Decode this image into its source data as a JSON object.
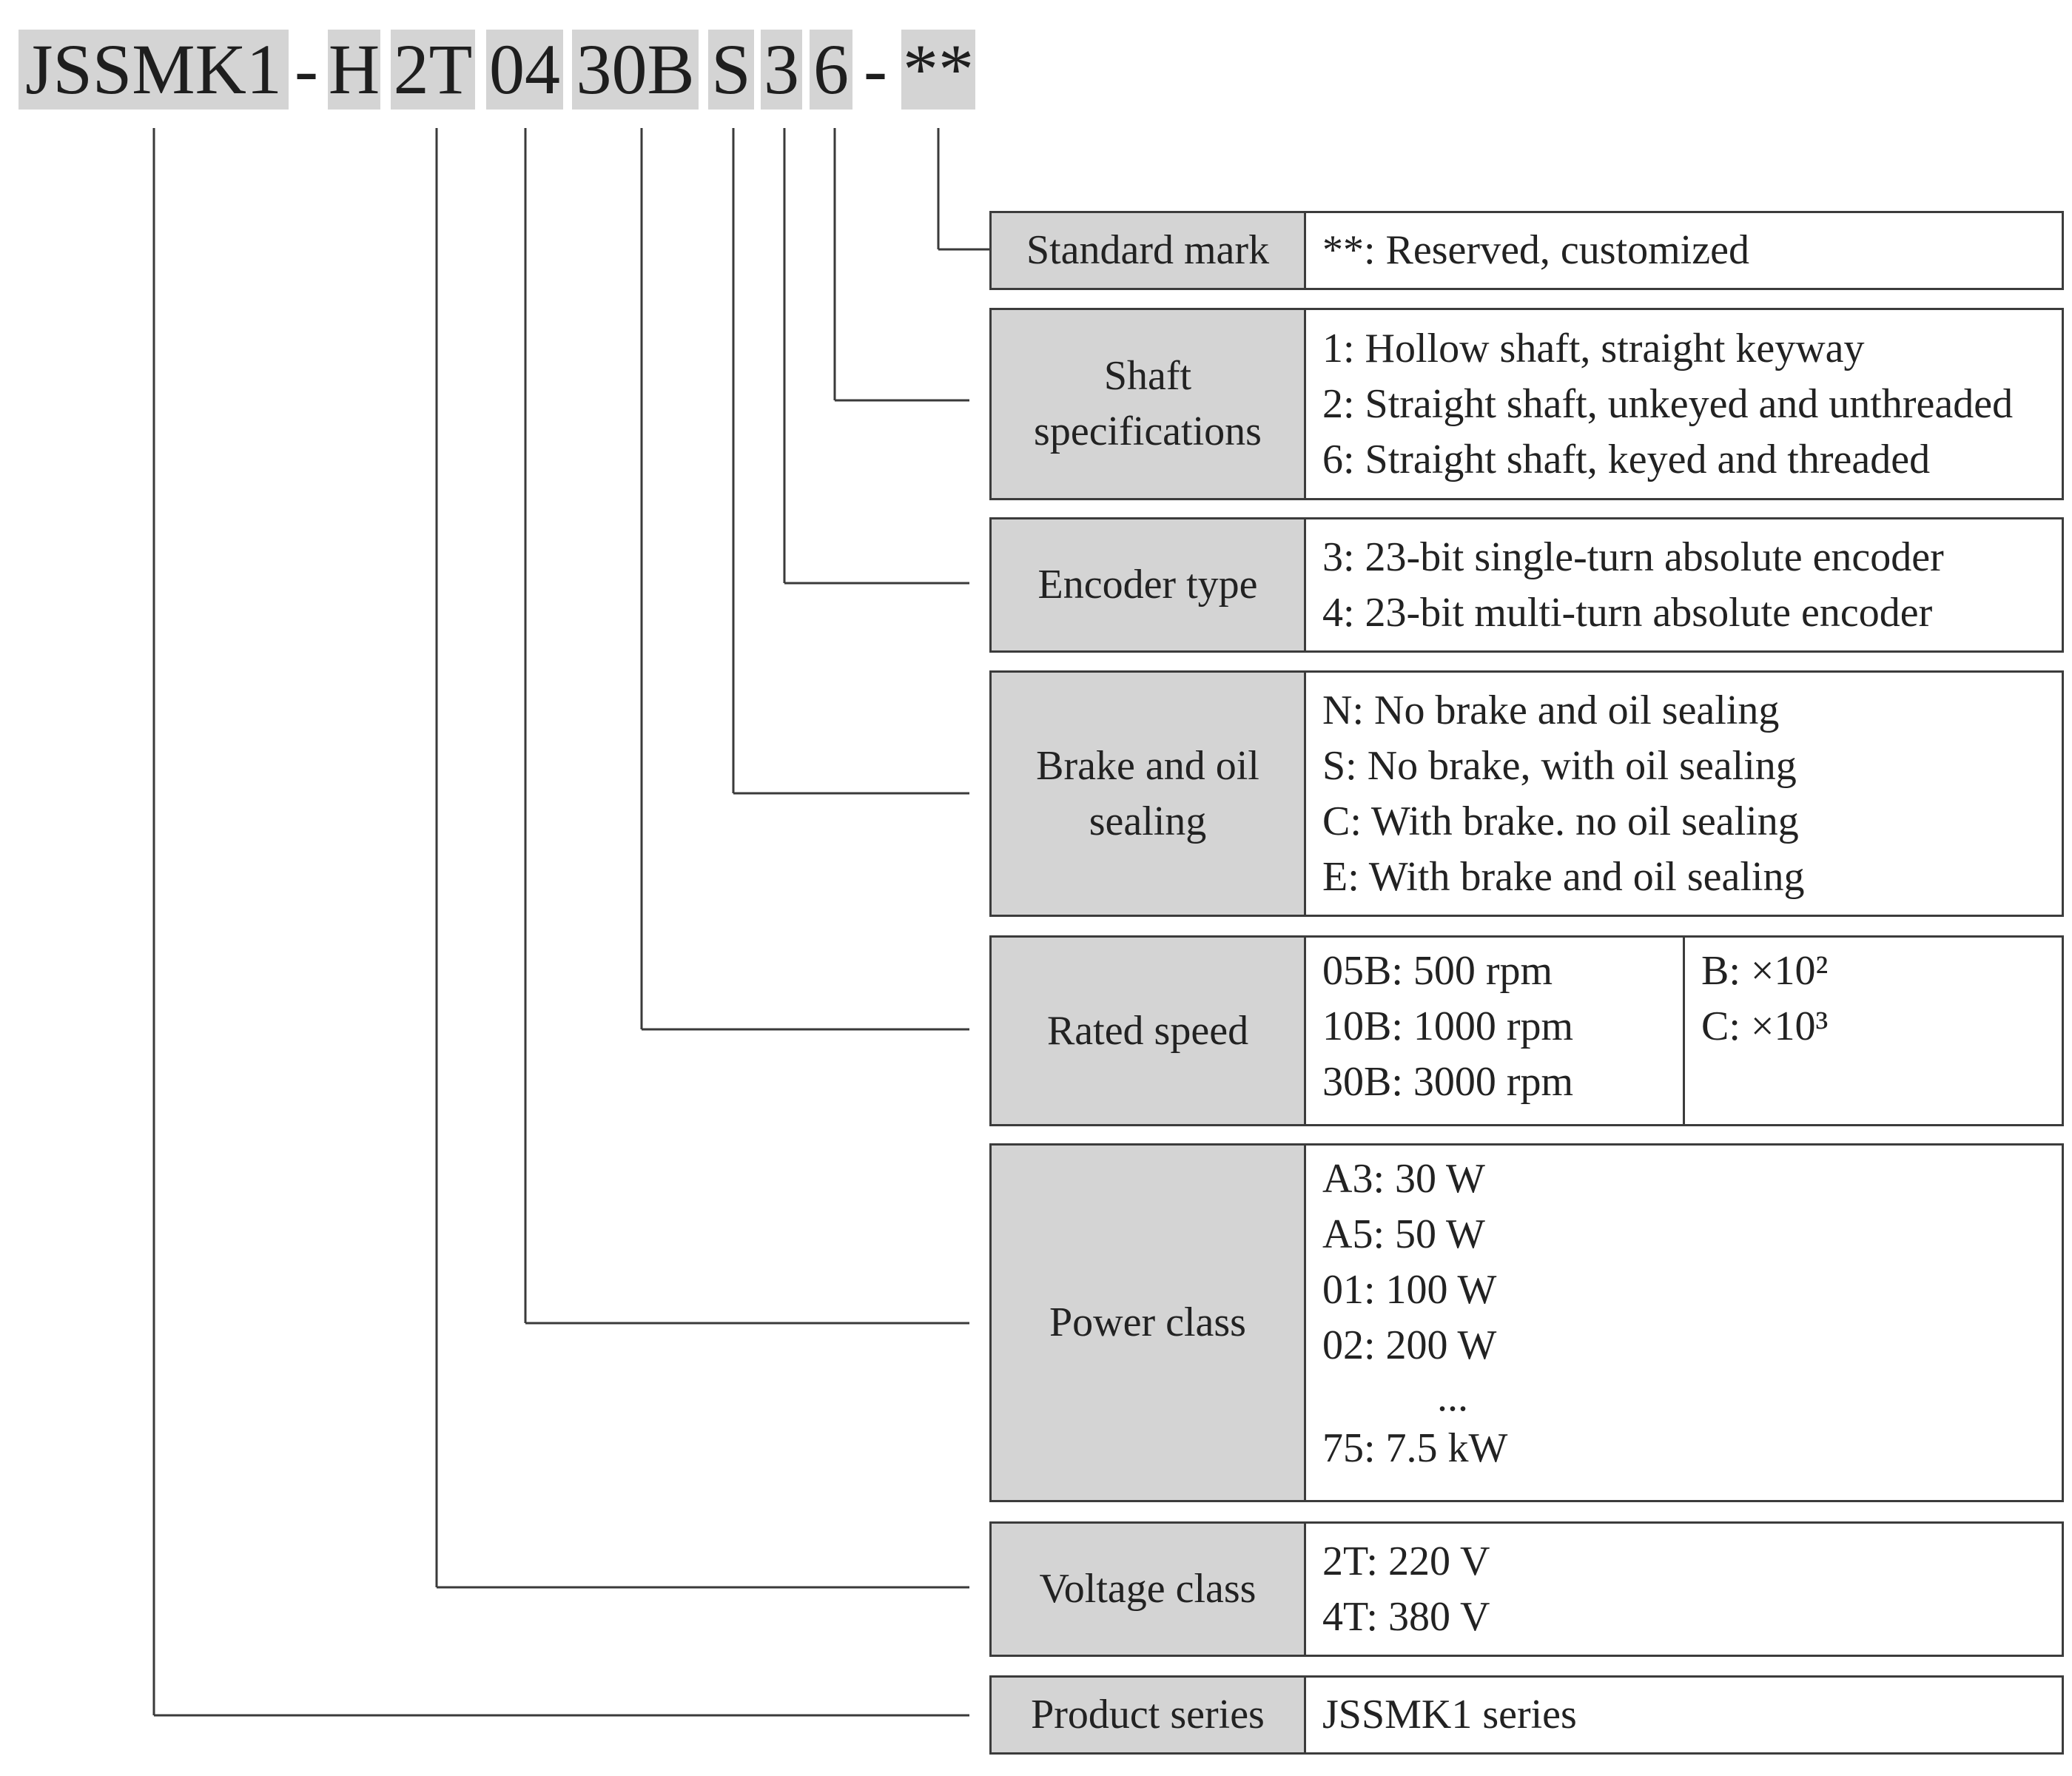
{
  "model_code": {
    "series": "JSSMK1",
    "dash1": "-",
    "h": "H",
    "voltage": "2T",
    "power": "04",
    "speed": "30B",
    "brake": "S",
    "encoder": "3",
    "shaft": "6",
    "dash2": "-",
    "mark": "**"
  },
  "rows": [
    {
      "key": "standard_mark",
      "label": "Standard mark",
      "lines": [
        "**: Reserved, customized"
      ]
    },
    {
      "key": "shaft",
      "label": "Shaft specifications",
      "lines": [
        "1: Hollow shaft, straight keyway",
        "2: Straight shaft, unkeyed and unthreaded",
        "6: Straight shaft, keyed and threaded"
      ]
    },
    {
      "key": "encoder",
      "label": "Encoder type",
      "lines": [
        "3: 23-bit single-turn absolute encoder",
        "4: 23-bit multi-turn absolute encoder"
      ]
    },
    {
      "key": "brake",
      "label": "Brake and oil sealing",
      "lines": [
        "N: No brake and oil sealing",
        "S: No brake, with oil sealing",
        "C: With brake. no oil sealing",
        "E: With brake and oil sealing"
      ]
    },
    {
      "key": "speed",
      "label": "Rated speed",
      "lines": [
        "05B: 500 rpm",
        "10B: 1000 rpm",
        "30B: 3000 rpm"
      ],
      "multipliers": [
        "B: ×10²",
        "C: ×10³"
      ]
    },
    {
      "key": "power",
      "label": "Power class",
      "lines": [
        "A3: 30 W",
        "A5: 50 W",
        "01: 100 W",
        "02: 200 W",
        "...",
        "75: 7.5 kW"
      ]
    },
    {
      "key": "voltage",
      "label": "Voltage class",
      "lines": [
        "2T: 220 V",
        "4T: 380 V"
      ]
    },
    {
      "key": "series",
      "label": "Product series",
      "lines": [
        "JSSMK1 series"
      ]
    }
  ]
}
